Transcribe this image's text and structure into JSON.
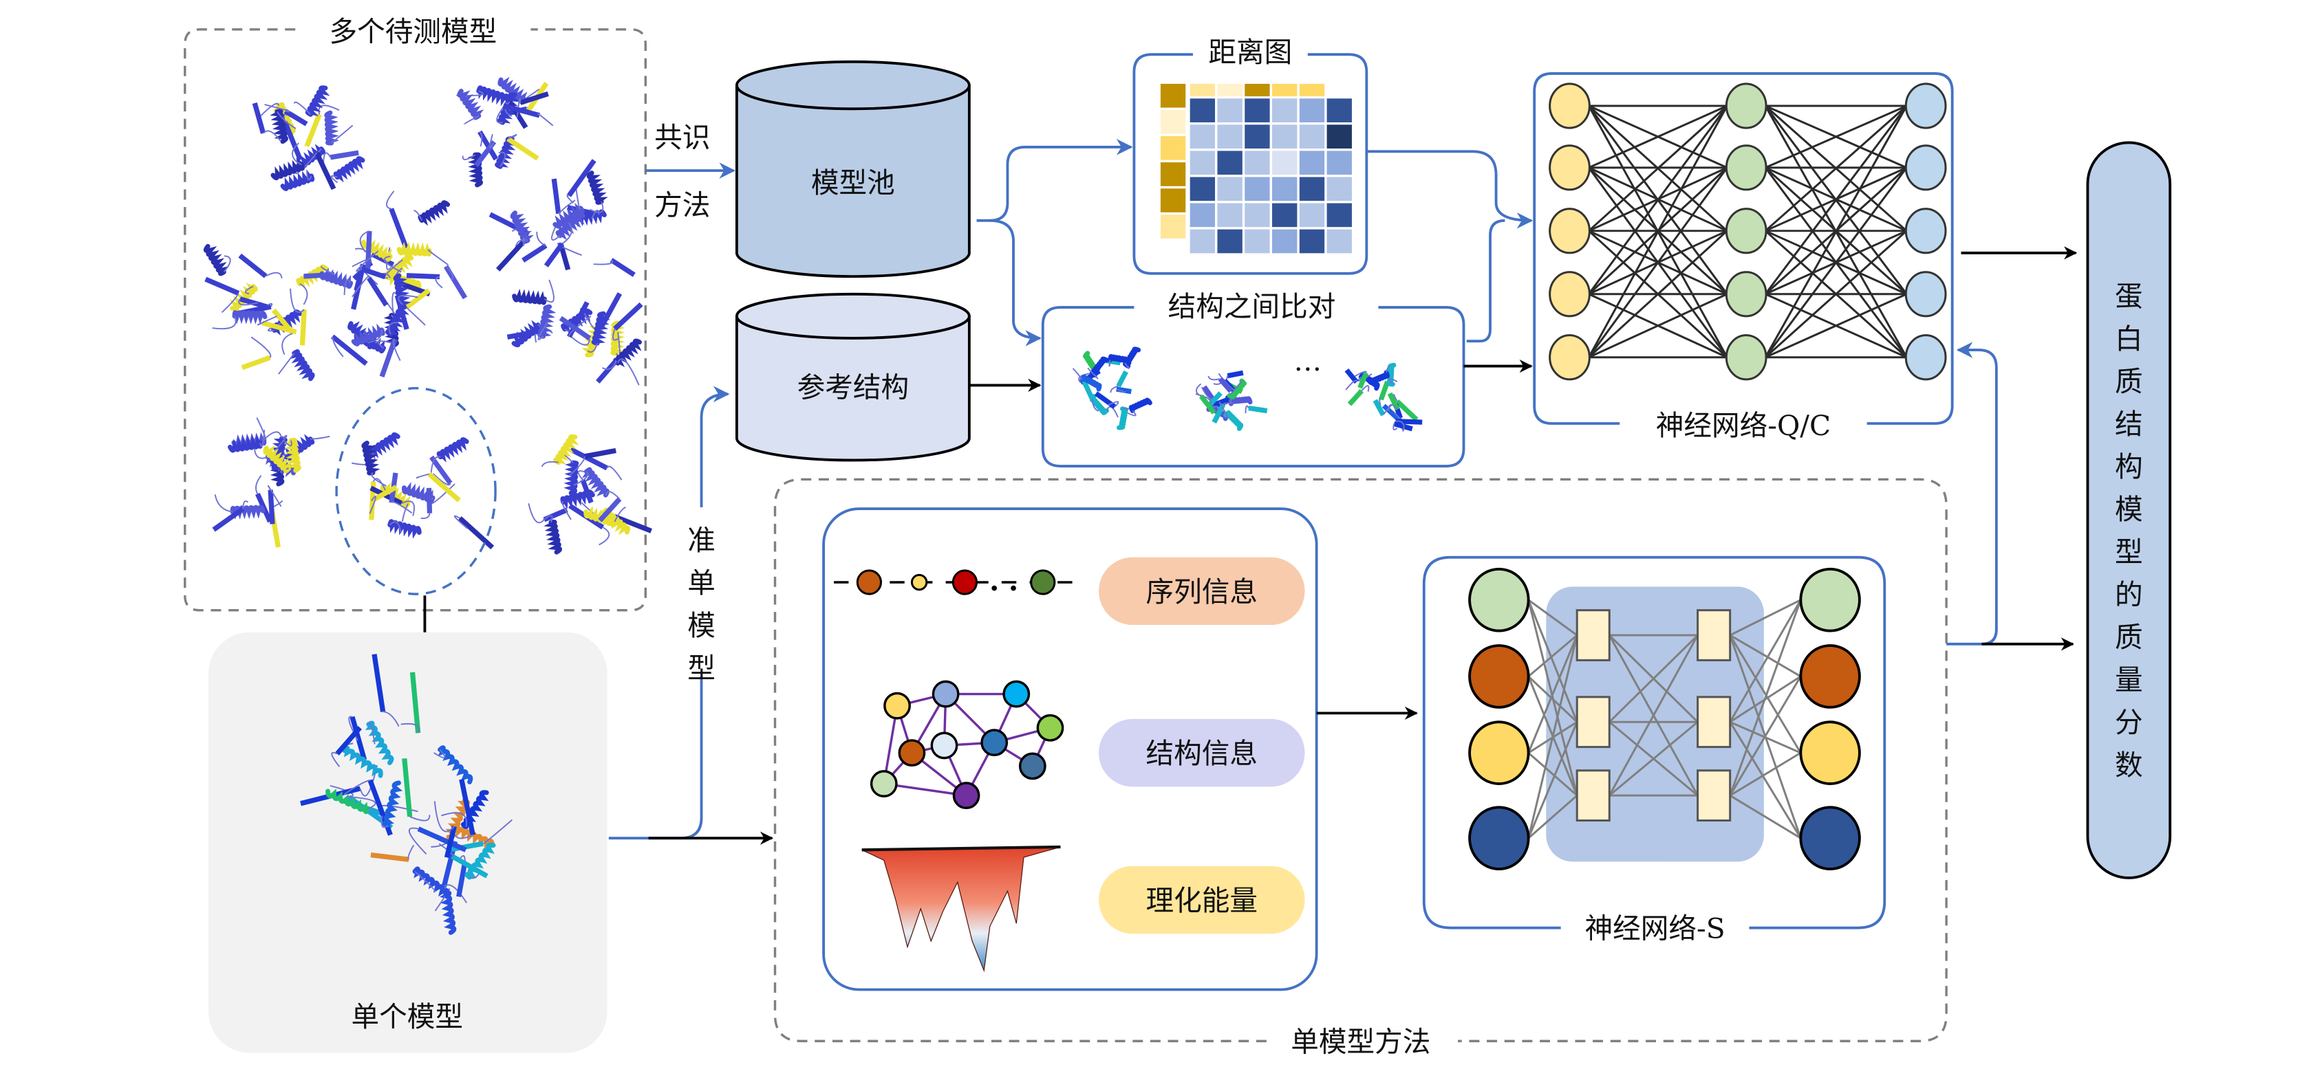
{
  "title": "蛋白质结构模型质量评估方法框架图",
  "multi_models": {
    "label": "多个待测模型",
    "protein_icon": "protein-ribbon-cluster"
  },
  "consensus": {
    "label_line1": "共识",
    "label_line2": "方法"
  },
  "model_pool": {
    "label": "模型池"
  },
  "reference": {
    "label": "参考结构"
  },
  "distance_map": {
    "label": "距离图",
    "colors": {
      "D": "#325496",
      "L": "#B4C6E6",
      "M": "#8FAADC",
      "X": "#203864",
      "V": "#DAE1F3",
      "gold": "#BF9000",
      "cream": "#FFF2CC",
      "yellow": "#FFD966",
      "lightyellow": "#FFE699"
    },
    "top_bar": [
      "lightyellow",
      "cream",
      "gold",
      "yellow",
      "yellow"
    ],
    "left_bar": [
      "gold",
      "cream",
      "yellow",
      "gold",
      "gold",
      "lightyellow"
    ],
    "grid": [
      [
        "D",
        "L",
        "D",
        "L",
        "M",
        "D"
      ],
      [
        "L",
        "L",
        "D",
        "L",
        "L",
        "X"
      ],
      [
        "L",
        "D",
        "L",
        "V",
        "M",
        "M"
      ],
      [
        "D",
        "L",
        "M",
        "M",
        "D",
        "L"
      ],
      [
        "M",
        "L",
        "L",
        "D",
        "L",
        "D"
      ],
      [
        "L",
        "D",
        "L",
        "M",
        "D",
        "L"
      ]
    ]
  },
  "structure_compare": {
    "label": "结构之间比对",
    "ellipsis": "…"
  },
  "nn_qc": {
    "label": "神经网络-Q/C",
    "layers": [
      {
        "count": 5,
        "fill": "#FFE699"
      },
      {
        "count": 5,
        "fill": "#C5E0B4"
      },
      {
        "count": 5,
        "fill": "#BDD7EE"
      }
    ]
  },
  "output": {
    "label": "蛋白质结构模型的质量分数",
    "fill": "#BCD0EA"
  },
  "quasi_single": {
    "label": "准单模型"
  },
  "single_model": {
    "label": "单个模型"
  },
  "single_method": {
    "label": "单模型方法",
    "features": [
      {
        "label": "序列信息",
        "fill": "#F8CBAD"
      },
      {
        "label": "结构信息",
        "fill": "#D3D3F3"
      },
      {
        "label": "理化能量",
        "fill": "#FFE699"
      }
    ],
    "sequence_nodes": [
      "#C55A11",
      "#FFD966",
      "#C00000",
      "#548235"
    ],
    "graph_nodes": [
      "#FFD966",
      "#8FAADC",
      "#00B0F0",
      "#92D050",
      "#C55A11",
      "#DEEBF7",
      "#2E75B6",
      "#41719C",
      "#C5E0B4",
      "#7030A0"
    ]
  },
  "nn_s": {
    "label": "神经网络-S",
    "io_nodes": [
      "#C5E0B4",
      "#C55A11",
      "#FFD966",
      "#2F5597"
    ],
    "hidden_fill": "#FFF2CC",
    "hidden_bg": "#B4C7E7"
  }
}
